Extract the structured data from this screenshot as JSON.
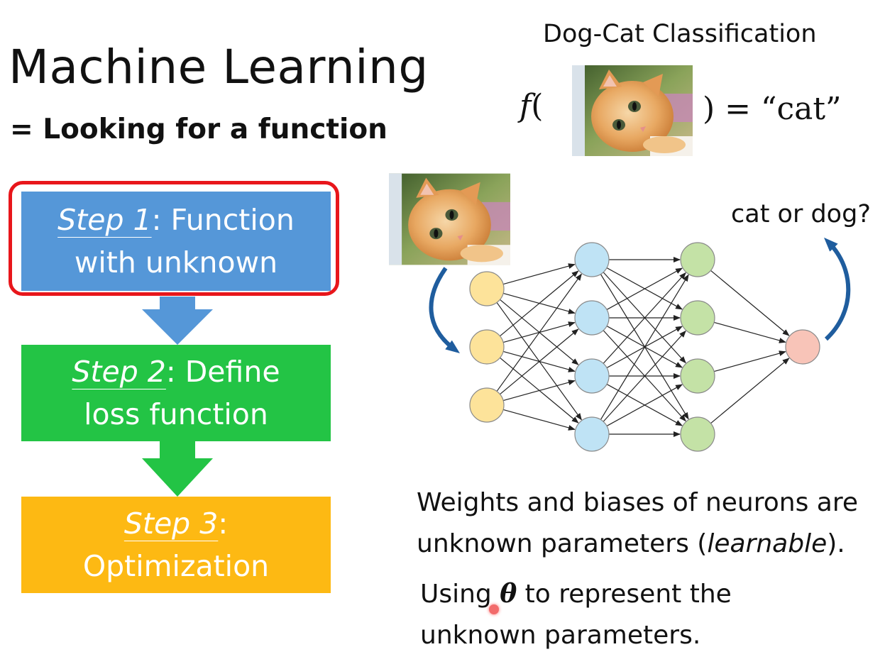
{
  "slide": {
    "title": "Machine Learning",
    "subtitle": "= Looking for a function"
  },
  "steps": [
    {
      "label": "Step 1",
      "rest_line1": ": Function",
      "line2": "with unknown",
      "color": "#5597d8",
      "highlighted": true
    },
    {
      "label": "Step 2",
      "rest_line1": ": Define",
      "line2": "loss function",
      "color": "#23c445"
    },
    {
      "label": "Step 3",
      "rest_line1": ":",
      "line2": "Optimization",
      "color": "#fdb913"
    }
  ],
  "highlight_color": "#e8161b",
  "classification": {
    "title": "Dog-Cat Classification",
    "f": "f",
    "open_paren": "(",
    "close_and_output": ") = “cat”"
  },
  "network": {
    "output_question": "cat or dog?",
    "layers": [
      3,
      4,
      4,
      1
    ],
    "layer_colors": [
      "#fde39a",
      "#bfe3f5",
      "#c4e2a6",
      "#f8c4b8"
    ],
    "arrow_color": "#1f5d9e"
  },
  "description": {
    "line1": "Weights and biases of neurons are",
    "line2_before": "unknown parameters (",
    "line2_italic": "learnable",
    "line2_after": ").",
    "line3_before": "Using ",
    "theta": "θ",
    "line3_after": " to represent the",
    "line4": "unknown parameters."
  }
}
